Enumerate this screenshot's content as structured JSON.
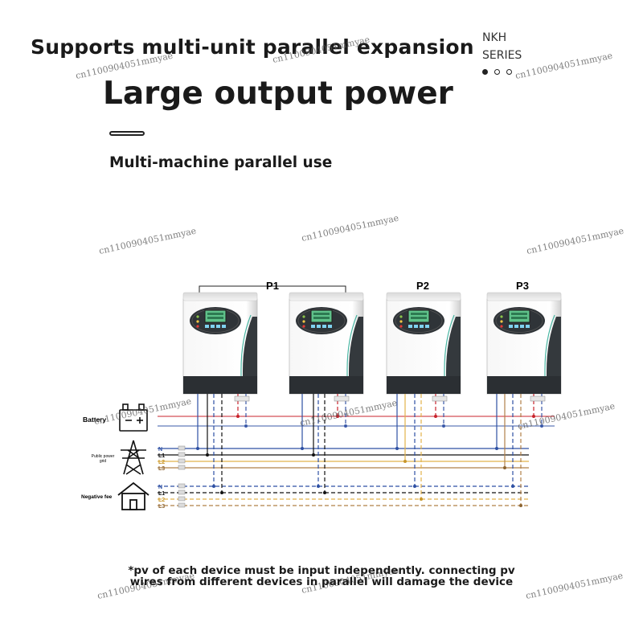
{
  "header": {
    "subtitle": "Supports multi-unit parallel expansion",
    "title": "Large output power",
    "caption": "Multi-machine parallel use"
  },
  "series_badge": {
    "line1": "NKH",
    "line2": "SERIES"
  },
  "diagram": {
    "groups": [
      "P1",
      "P2",
      "P3"
    ],
    "battery_label": "Battery",
    "grid_label_1": "Public power",
    "grid_label_2": "grid",
    "load_label": "Negative fee",
    "grid_lines": [
      "N",
      "L1",
      "L2",
      "L3"
    ],
    "load_lines": [
      "N",
      "L1",
      "L2",
      "L3"
    ],
    "colors": {
      "neutral": "#2d4fa3",
      "l1": "#111111",
      "l2": "#e2b24a",
      "l3": "#b08048",
      "battery_pos": "#c8232c",
      "battery_neg": "#3a58a8"
    }
  },
  "note": {
    "line1": "*pv of each device must be input independently. connecting pv",
    "line2": "wires from different devices in parallel will damage the device"
  },
  "watermark": "cn1100904051mmyae"
}
